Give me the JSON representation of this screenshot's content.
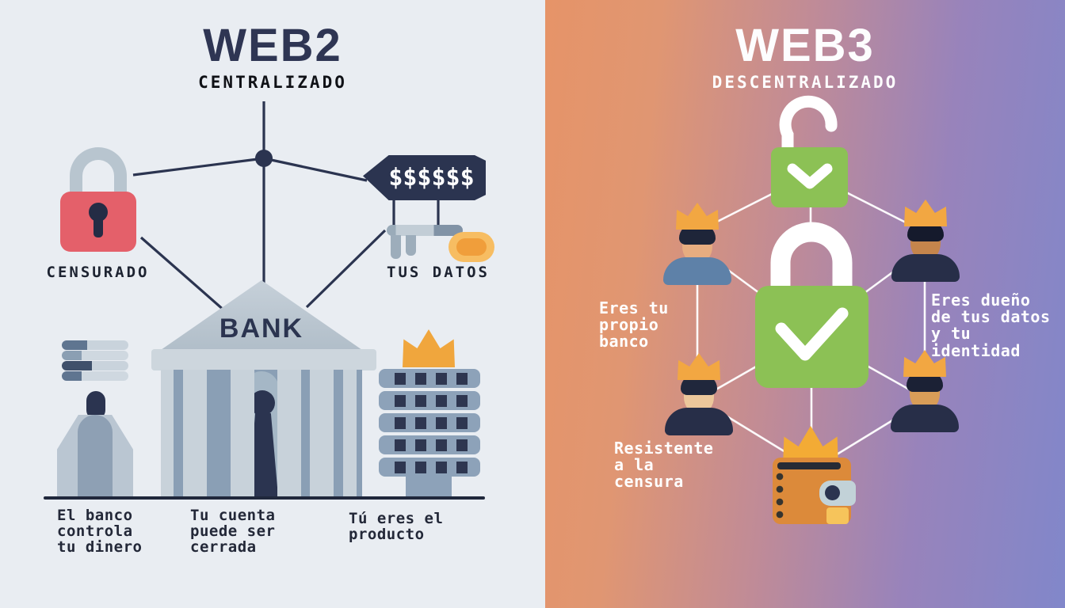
{
  "left_panel": {
    "title": "WEB2",
    "subtitle": "CENTRALIZADO",
    "lock_caption": "CENSURADO",
    "price_tag": "$$$$$$",
    "data_caption": "TUS DATOS",
    "bank_sign": "BANK",
    "footnotes": [
      "El banco\ncontrola\ntu dinero",
      "Tu cuenta\npuede ser\ncerrada",
      "Tú eres el\nproducto"
    ]
  },
  "right_panel": {
    "title": "WEB3",
    "subtitle": "DESCENTRALIZADO",
    "benefits": [
      "Eres tu\npropio\nbanco",
      "Eres dueño\nde tus datos\ny tu\nidentidad",
      "Resistente\na la\ncensura"
    ]
  },
  "colors": {
    "web2_background": "#e9edf2",
    "web2_navy": "#2b3450",
    "censored_lock_red": "#e4606a",
    "web3_gradient_start": "#e69468",
    "web3_gradient_end": "#8187ca",
    "web3_lock_green": "#8cc155",
    "crown_orange": "#f2a742",
    "wallet_orange": "#dc8a3a"
  },
  "icons": [
    "locked-padlock-icon",
    "price-tag-icon",
    "data-caliper-icon",
    "bank-icon",
    "database-stack-icon",
    "statue-person-icon",
    "corporate-tower-icon",
    "open-padlock-check-icon",
    "locked-padlock-check-icon",
    "crowned-user-avatar",
    "crypto-wallet-icon",
    "crown-icon"
  ]
}
